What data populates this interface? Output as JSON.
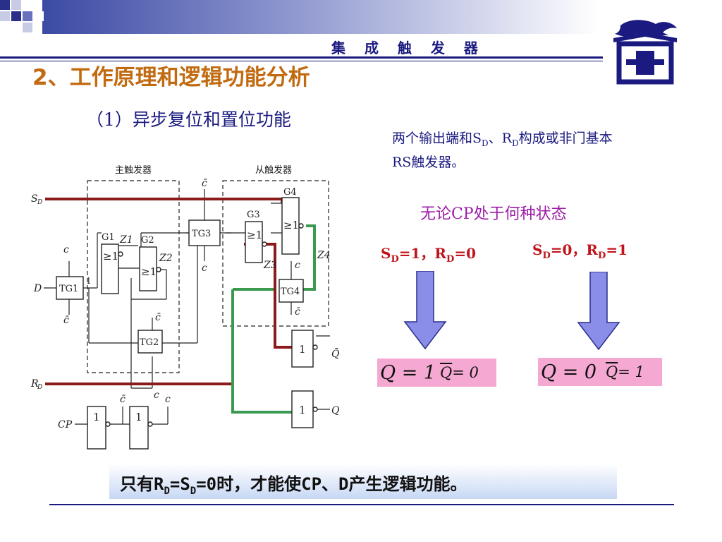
{
  "header": {
    "title": "集 成 触 发 器"
  },
  "slide": {
    "title": "2、工作原理和逻辑功能分析"
  },
  "subtitle": "（1）异步复位和置位功能",
  "description": {
    "part1": "两个输出端和S",
    "sub1": "D",
    "part2": "、R",
    "sub2": "D",
    "part3": "构成或非门基本RS触发器。"
  },
  "condition": "无论CP处于何种状态",
  "cases": [
    {
      "s_label": "S",
      "s_sub": "D",
      "s_value": "=1，",
      "r_label": "R",
      "r_sub": "D",
      "r_value": "=0",
      "q_text": "Q = 1",
      "qbar_letter": "Q",
      "qbar_value": " = 0"
    },
    {
      "s_label": "S",
      "s_sub": "D",
      "s_value": "=0，",
      "r_label": "R",
      "r_sub": "D",
      "r_value": "=1",
      "q_text": "Q = 0",
      "qbar_letter": "Q",
      "qbar_value": " = 1"
    }
  ],
  "circuit": {
    "master_label": "主触发器",
    "slave_label": "从触发器",
    "gates": [
      "G1",
      "G2",
      "G3",
      "G4"
    ],
    "nor_symbol": "≥1",
    "not_symbol": "1",
    "tgates": [
      "TG1",
      "TG2",
      "TG3",
      "TG4"
    ],
    "inputs": {
      "sd": "S",
      "rd": "R",
      "d": "D",
      "cp": "CP",
      "sub": "D"
    },
    "nodes": [
      "Z1",
      "Z2",
      "Z3",
      "Z4"
    ],
    "clock_c": "c",
    "clock_cbar": "c̄",
    "node_one": "1",
    "outputs": {
      "q": "Q",
      "qbar": "Q̄"
    }
  },
  "note": {
    "part1": "只有R",
    "sub1": "D",
    "part2": "=S",
    "sub2": "D",
    "part3": "=0时，才能使CP、D产生逻辑功能。"
  },
  "colors": {
    "accent_title": "#c26a10",
    "navy": "#1a1a80",
    "highlight": "#f5a9d2",
    "arrow": "#8a8ee8",
    "sd_wire": "#8b1a1a",
    "slave_wire": "#3a9a50"
  },
  "icons": {
    "arrow": "down-arrow-icon",
    "logo": "dragon-book-logo-icon"
  }
}
